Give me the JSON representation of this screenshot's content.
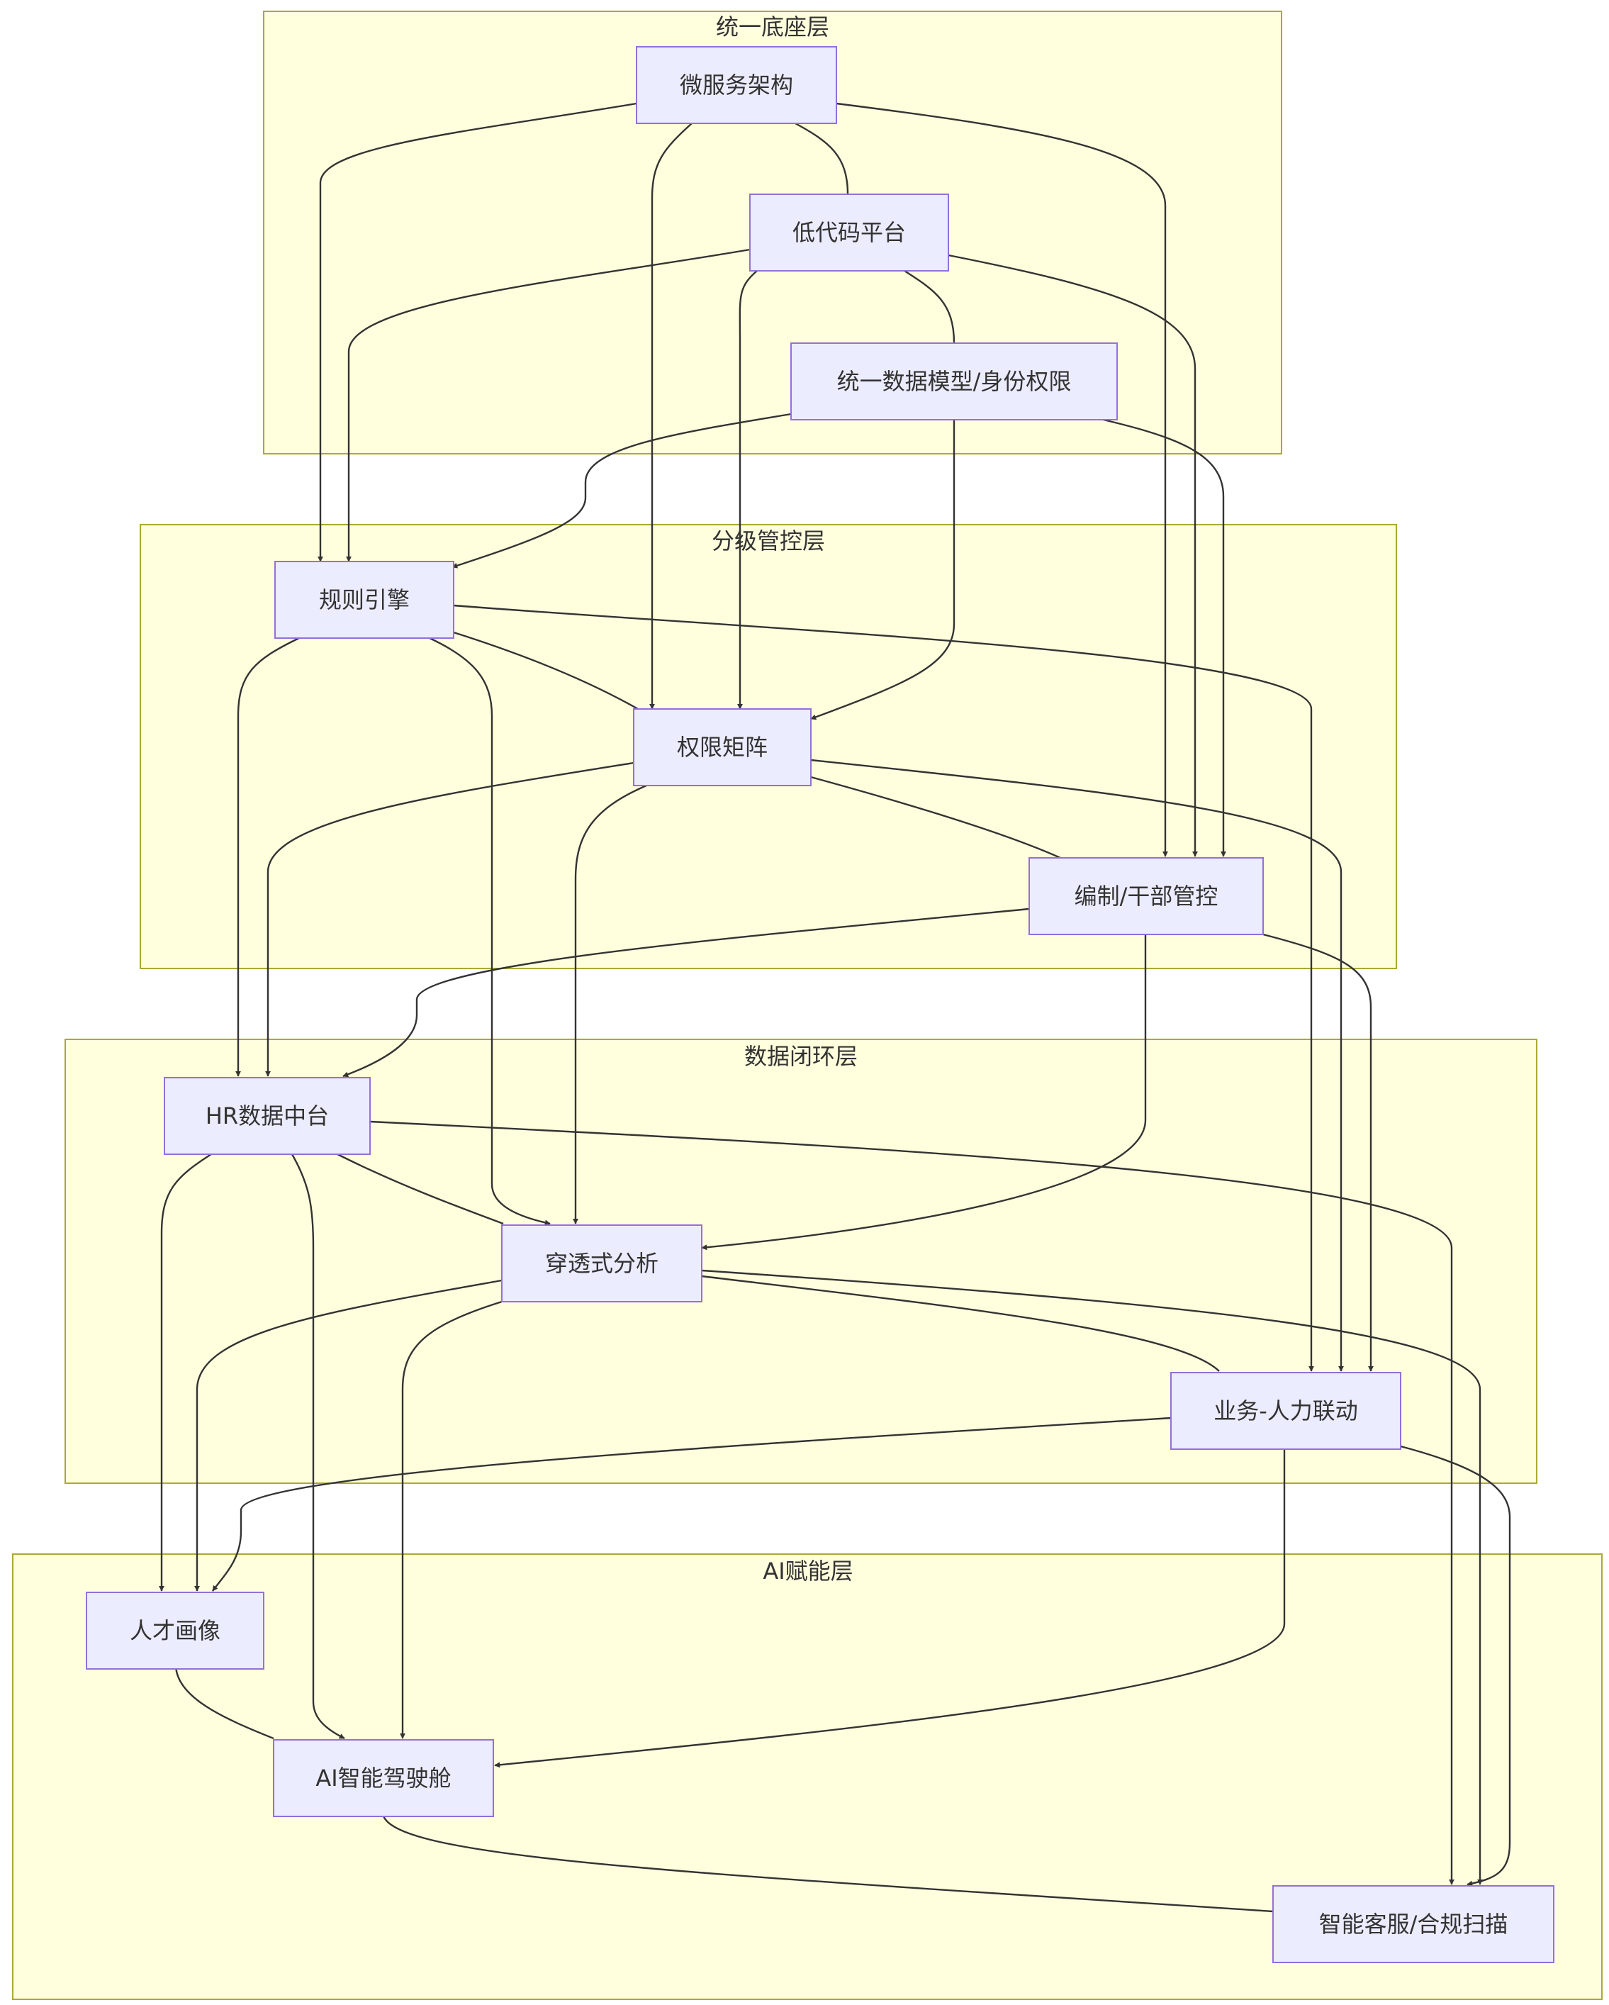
{
  "clusters": {
    "foundation": "统一底座层",
    "control": "分级管控层",
    "data_loop": "数据闭环层",
    "ai": "AI赋能层"
  },
  "nodes": {
    "microservice": "微服务架构",
    "lowcode": "低代码平台",
    "unified_model": "统一数据模型/身份权限",
    "rule_engine": "规则引擎",
    "permission_matrix": "权限矩阵",
    "staffing_control": "编制/干部管控",
    "hr_datahub": "HR数据中台",
    "penetrating_analysis": "穿透式分析",
    "business_linkage": "业务-人力联动",
    "talent_profile": "人才画像",
    "ai_cockpit": "AI智能驾驶舱",
    "smart_service": "智能客服/合规扫描"
  },
  "edges": [
    {
      "from": "microservice",
      "to": "rule_engine",
      "arrow": true
    },
    {
      "from": "microservice",
      "to": "permission_matrix",
      "arrow": true
    },
    {
      "from": "microservice",
      "to": "staffing_control",
      "arrow": true
    },
    {
      "from": "microservice",
      "to": "lowcode",
      "arrow": false
    },
    {
      "from": "lowcode",
      "to": "rule_engine",
      "arrow": true
    },
    {
      "from": "lowcode",
      "to": "permission_matrix",
      "arrow": true
    },
    {
      "from": "lowcode",
      "to": "staffing_control",
      "arrow": true
    },
    {
      "from": "lowcode",
      "to": "unified_model",
      "arrow": false
    },
    {
      "from": "unified_model",
      "to": "rule_engine",
      "arrow": true
    },
    {
      "from": "unified_model",
      "to": "permission_matrix",
      "arrow": true
    },
    {
      "from": "unified_model",
      "to": "staffing_control",
      "arrow": true
    },
    {
      "from": "rule_engine",
      "to": "hr_datahub",
      "arrow": true
    },
    {
      "from": "rule_engine",
      "to": "penetrating_analysis",
      "arrow": true
    },
    {
      "from": "rule_engine",
      "to": "business_linkage",
      "arrow": true
    },
    {
      "from": "rule_engine",
      "to": "permission_matrix",
      "arrow": false
    },
    {
      "from": "permission_matrix",
      "to": "hr_datahub",
      "arrow": true
    },
    {
      "from": "permission_matrix",
      "to": "penetrating_analysis",
      "arrow": true
    },
    {
      "from": "permission_matrix",
      "to": "business_linkage",
      "arrow": true
    },
    {
      "from": "permission_matrix",
      "to": "staffing_control",
      "arrow": false
    },
    {
      "from": "staffing_control",
      "to": "hr_datahub",
      "arrow": true
    },
    {
      "from": "staffing_control",
      "to": "penetrating_analysis",
      "arrow": true
    },
    {
      "from": "staffing_control",
      "to": "business_linkage",
      "arrow": true
    },
    {
      "from": "hr_datahub",
      "to": "talent_profile",
      "arrow": true
    },
    {
      "from": "hr_datahub",
      "to": "ai_cockpit",
      "arrow": true
    },
    {
      "from": "hr_datahub",
      "to": "smart_service",
      "arrow": true
    },
    {
      "from": "hr_datahub",
      "to": "penetrating_analysis",
      "arrow": false
    },
    {
      "from": "penetrating_analysis",
      "to": "talent_profile",
      "arrow": true
    },
    {
      "from": "penetrating_analysis",
      "to": "ai_cockpit",
      "arrow": true
    },
    {
      "from": "penetrating_analysis",
      "to": "smart_service",
      "arrow": true
    },
    {
      "from": "penetrating_analysis",
      "to": "business_linkage",
      "arrow": false
    },
    {
      "from": "business_linkage",
      "to": "talent_profile",
      "arrow": true
    },
    {
      "from": "business_linkage",
      "to": "ai_cockpit",
      "arrow": true
    },
    {
      "from": "business_linkage",
      "to": "smart_service",
      "arrow": true
    },
    {
      "from": "talent_profile",
      "to": "ai_cockpit",
      "arrow": false
    },
    {
      "from": "ai_cockpit",
      "to": "smart_service",
      "arrow": false
    }
  ],
  "colors": {
    "cluster_fill": "#ffffde",
    "cluster_stroke": "#aaaa33",
    "node_fill": "#ececff",
    "node_stroke": "#9370db",
    "edge": "#333333",
    "text": "#333333"
  }
}
